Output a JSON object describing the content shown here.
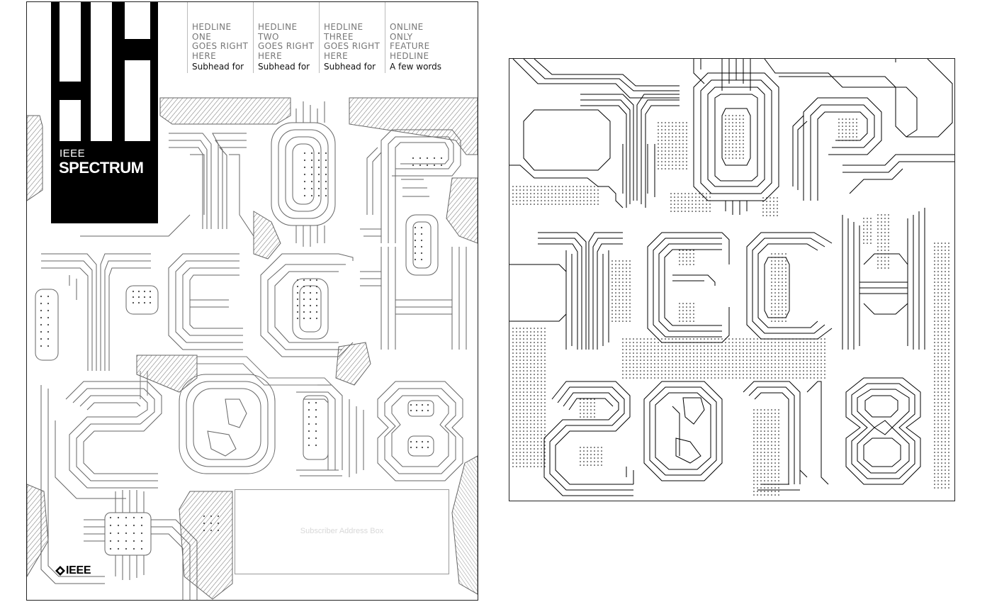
{
  "cover": {
    "brand_line1": "IEEE",
    "brand_line2": "SPECTRUM",
    "headlines": [
      {
        "headline": "HEDLINE\nONE\nGOES RIGHT\nHERE",
        "subhead": "Subhead for"
      },
      {
        "headline": "HEDLINE\nTWO\nGOES RIGHT\nHERE",
        "subhead": "Subhead for"
      },
      {
        "headline": "HEDLINE\nTHREE\nGOES RIGHT\nHERE",
        "subhead": "Subhead for"
      },
      {
        "headline": "ONLINE\nONLY\nFEATURE\nHEDLINE",
        "subhead": "A few words"
      }
    ],
    "address_box": "Subscriber Address Box",
    "footer_logo": "IEEE"
  },
  "artwork": {
    "lines": [
      "TOP",
      "TECH",
      "2018"
    ]
  },
  "colors": {
    "ink": "#000000",
    "pencil": "#555555",
    "paper": "#ffffff",
    "headline_grey": "#777777"
  }
}
